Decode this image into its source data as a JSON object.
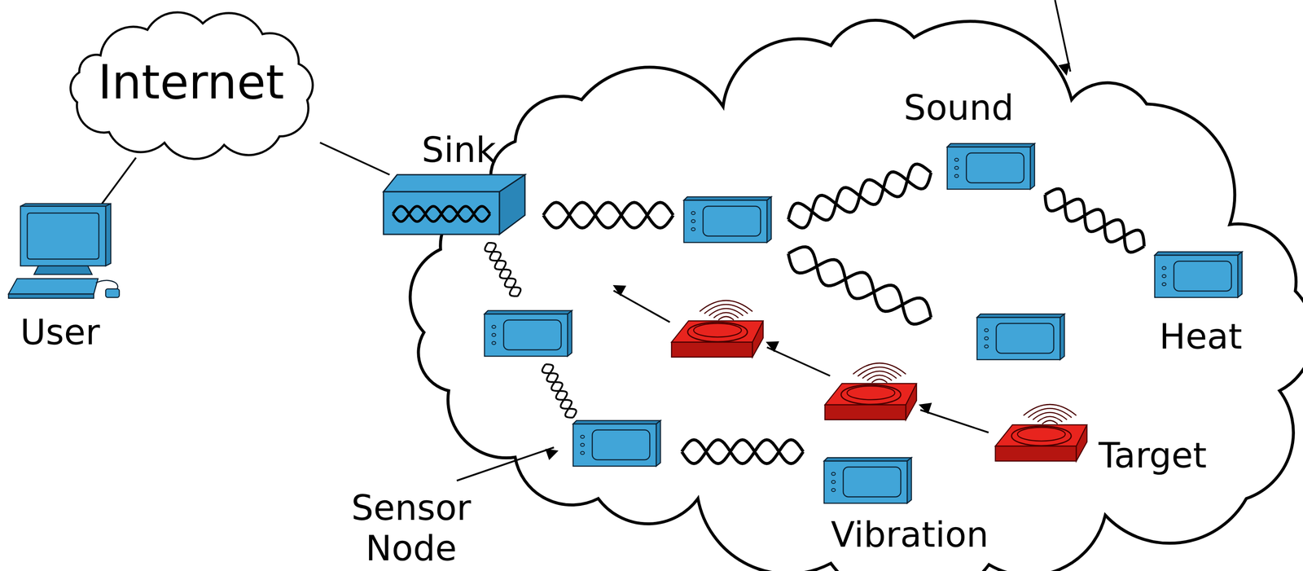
{
  "diagram": {
    "nodes": [
      {
        "text": [
          "Internet"
        ]
      },
      {
        "text": [
          "User"
        ]
      },
      {
        "text": [
          "Sink"
        ]
      },
      {
        "text": [
          "Sound"
        ]
      },
      {
        "text": [
          "Heat"
        ]
      },
      {
        "text": [
          "Target"
        ]
      },
      {
        "text": [
          "Vibration"
        ]
      }
    ],
    "edges": [
      {
        "from": 0,
        "to": 1,
        "arrow": "none"
      },
      {
        "from": 0,
        "to": 2,
        "arrow": "none"
      },
      {
        "from": 3,
        "to": 4,
        "arrow": "none"
      }
    ],
    "labels": [
      "Sensor Node"
    ]
  }
}
